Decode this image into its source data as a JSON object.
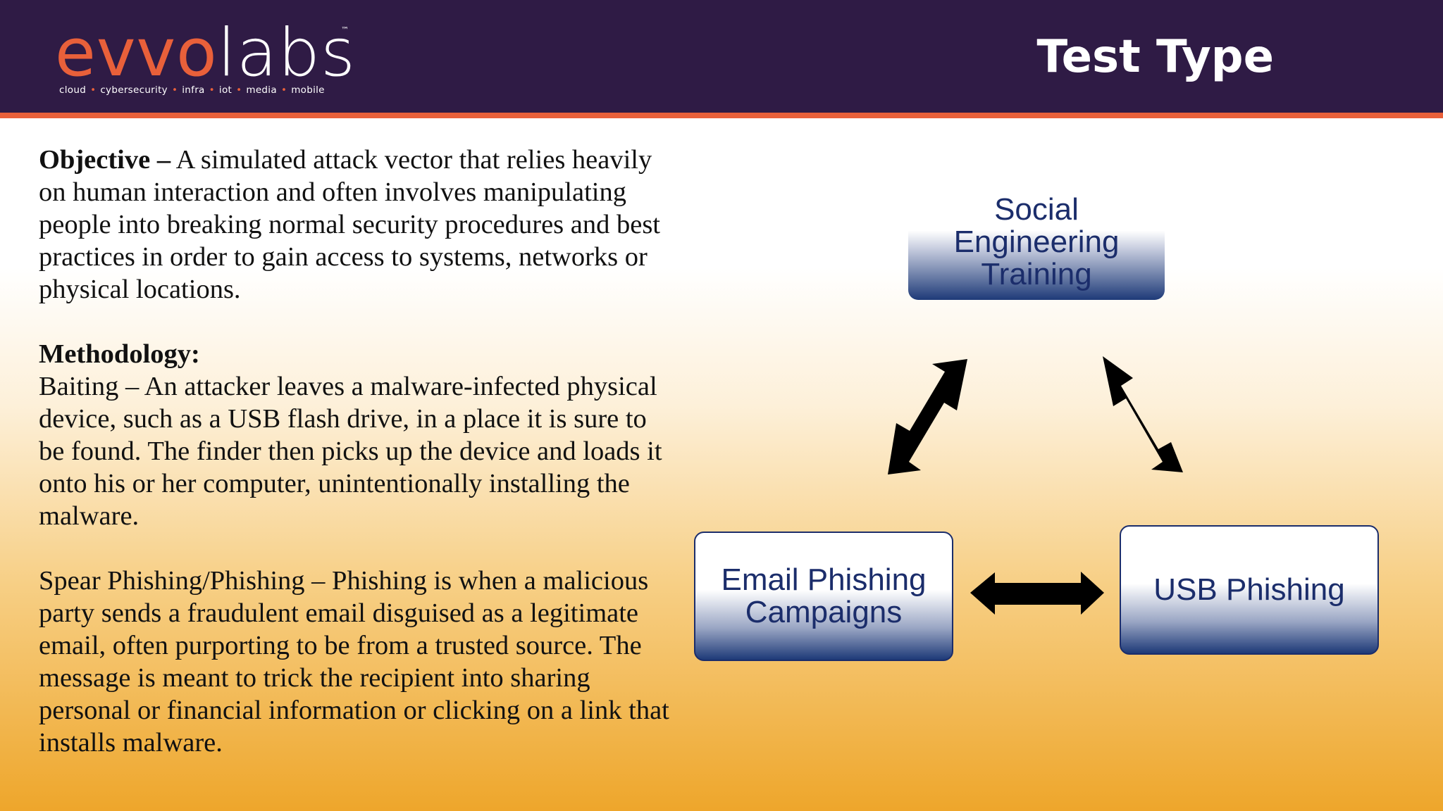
{
  "header": {
    "logo": {
      "part1": "evvo",
      "part2": "labs",
      "tm": "™",
      "tagline": [
        "cloud",
        "cybersecurity",
        "infra",
        "iot",
        "media",
        "mobile"
      ]
    },
    "title": "Test Type"
  },
  "content": {
    "objective_label": "Objective –",
    "objective_text": " A simulated attack vector that relies heavily on human interaction and often involves manipulating people into breaking normal security procedures and best practices in order to gain access to systems, networks or physical locations.",
    "methodology_label": "Methodology:",
    "baiting_text": "Baiting – An attacker leaves a malware-infected physical device, such as a USB flash drive, in a place it is sure to be found. The finder then picks up the device and loads it onto his or her computer, unintentionally installing the malware.",
    "phishing_text": "Spear Phishing/Phishing – Phishing is when a malicious party sends a fraudulent email disguised as a legitimate email, often purporting to be from a trusted source. The message is meant to trick the recipient into sharing personal or financial information or clicking on a link that installs malware."
  },
  "diagram": {
    "top_node": "Social Engineering Training",
    "left_node": "Email Phishing Campaigns",
    "right_node": "USB Phishing",
    "arrow_color": "#000000",
    "node_text_color": "#1b2d6b"
  },
  "colors": {
    "header_bg": "#2f1b45",
    "accent": "#e9603a",
    "bottom_gradient": "#eea62b"
  }
}
